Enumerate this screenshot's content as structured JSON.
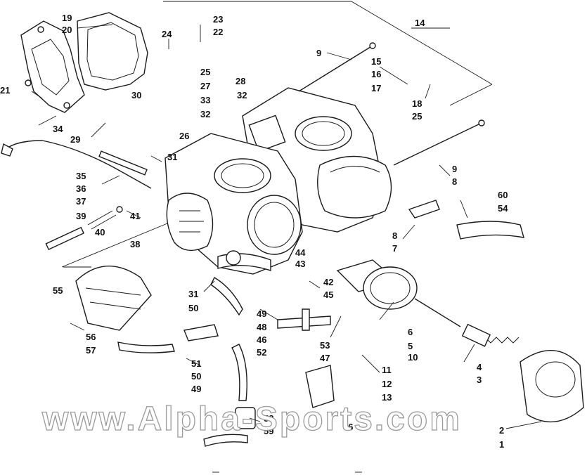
{
  "diagram": {
    "watermark": "www.Alpha-Sports.com",
    "callouts": [
      {
        "id": "c-19",
        "text": "19"
      },
      {
        "id": "c-20",
        "text": "20"
      },
      {
        "id": "c-24",
        "text": "24"
      },
      {
        "id": "c-23",
        "text": "23"
      },
      {
        "id": "c-22",
        "text": "22"
      },
      {
        "id": "c-14",
        "text": "14"
      },
      {
        "id": "c-9a",
        "text": "9"
      },
      {
        "id": "c-15",
        "text": "15"
      },
      {
        "id": "c-16",
        "text": "16"
      },
      {
        "id": "c-17",
        "text": "17"
      },
      {
        "id": "c-18",
        "text": "18"
      },
      {
        "id": "c-25a",
        "text": "25"
      },
      {
        "id": "c-25b",
        "text": "25"
      },
      {
        "id": "c-27",
        "text": "27"
      },
      {
        "id": "c-28",
        "text": "28"
      },
      {
        "id": "c-33",
        "text": "33"
      },
      {
        "id": "c-32a",
        "text": "32"
      },
      {
        "id": "c-32b",
        "text": "32"
      },
      {
        "id": "c-26",
        "text": "26"
      },
      {
        "id": "c-30",
        "text": "30"
      },
      {
        "id": "c-21",
        "text": "21"
      },
      {
        "id": "c-34",
        "text": "34"
      },
      {
        "id": "c-29",
        "text": "29"
      },
      {
        "id": "c-31a",
        "text": "31"
      },
      {
        "id": "c-35",
        "text": "35"
      },
      {
        "id": "c-36",
        "text": "36"
      },
      {
        "id": "c-37",
        "text": "37"
      },
      {
        "id": "c-39",
        "text": "39"
      },
      {
        "id": "c-41",
        "text": "41"
      },
      {
        "id": "c-40",
        "text": "40"
      },
      {
        "id": "c-38",
        "text": "38"
      },
      {
        "id": "c-9b",
        "text": "9"
      },
      {
        "id": "c-8a",
        "text": "8"
      },
      {
        "id": "c-60",
        "text": "60"
      },
      {
        "id": "c-54",
        "text": "54"
      },
      {
        "id": "c-8b",
        "text": "8"
      },
      {
        "id": "c-7",
        "text": "7"
      },
      {
        "id": "c-44",
        "text": "44"
      },
      {
        "id": "c-43",
        "text": "43"
      },
      {
        "id": "c-42",
        "text": "42"
      },
      {
        "id": "c-45",
        "text": "45"
      },
      {
        "id": "c-55",
        "text": "55"
      },
      {
        "id": "c-31b",
        "text": "31"
      },
      {
        "id": "c-50a",
        "text": "50"
      },
      {
        "id": "c-49a",
        "text": "49"
      },
      {
        "id": "c-48",
        "text": "48"
      },
      {
        "id": "c-46a",
        "text": "46"
      },
      {
        "id": "c-52",
        "text": "52"
      },
      {
        "id": "c-53",
        "text": "53"
      },
      {
        "id": "c-47",
        "text": "47"
      },
      {
        "id": "c-6",
        "text": "6"
      },
      {
        "id": "c-5",
        "text": "5"
      },
      {
        "id": "c-10",
        "text": "10"
      },
      {
        "id": "c-11",
        "text": "11"
      },
      {
        "id": "c-12",
        "text": "12"
      },
      {
        "id": "c-13",
        "text": "13"
      },
      {
        "id": "c-4",
        "text": "4"
      },
      {
        "id": "c-3",
        "text": "3"
      },
      {
        "id": "c-56",
        "text": "56"
      },
      {
        "id": "c-57",
        "text": "57"
      },
      {
        "id": "c-51",
        "text": "51"
      },
      {
        "id": "c-50b",
        "text": "50"
      },
      {
        "id": "c-49b",
        "text": "49"
      },
      {
        "id": "c-58",
        "text": "58"
      },
      {
        "id": "c-59",
        "text": "59"
      },
      {
        "id": "c-46b",
        "text": "46"
      },
      {
        "id": "c-2",
        "text": "2"
      },
      {
        "id": "c-1",
        "text": "1"
      }
    ]
  }
}
